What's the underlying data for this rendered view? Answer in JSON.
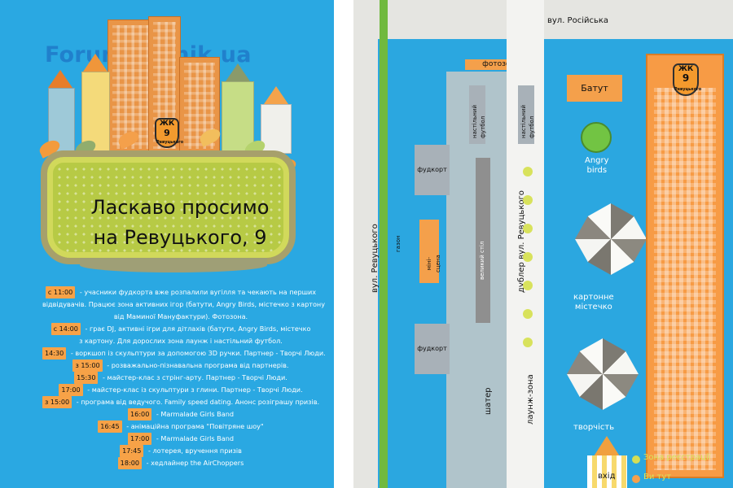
{
  "watermark": "Forum.Domik.ua",
  "left": {
    "badge": {
      "line1": "ЖК",
      "line2": "9",
      "line3": "Ревуцького"
    },
    "welcome": {
      "line1": "Ласкаво просимо",
      "line2": "на Ревуцького, 9"
    },
    "schedule": [
      {
        "time": "с 11:00",
        "text": " - учасники фудкорта вже розпалили вугілля та чекають на перших"
      },
      {
        "time": "",
        "text": "відвідувачів. Працює зона активних ігор (батути, Angry Birds, містечко з картону"
      },
      {
        "time": "",
        "text": "від Маминої Мануфактури). Фотозона."
      },
      {
        "time": "с 14:00",
        "text": " - грає DJ, активні ігри для дітлахів (батути, Angry Birds, містечко"
      },
      {
        "time": "",
        "text": "з картону. Для дорослих зона лаунж і настільний футбол."
      },
      {
        "time": "14:30",
        "text": " - воркшоп із скульптури за допомогою 3D ручки. Партнер - Творчі Люди."
      },
      {
        "time": "з 15:00",
        "text": " - розважально-пізнавальна програма від партнерів."
      },
      {
        "time": "15:30",
        "text": " - майстер-клас з стрінг-арту. Партнер - Творчі Люди."
      },
      {
        "time": "17:00",
        "text": " - майстер-клас із скульптури з глини. Партнер - Творчі Люди."
      },
      {
        "time": "з 15:00",
        "text": " - програма від ведучого. Family speed dating. Анонс розіграшу призів."
      },
      {
        "time": "16:00",
        "text": " - Marmalade Girls Band"
      },
      {
        "time": "16:45",
        "text": " - анімаційна програма \"Повітряне шоу\""
      },
      {
        "time": "17:00",
        "text": " - Marmalade Girls Band"
      },
      {
        "time": "17:45",
        "text": " - лотерея, вручення призів"
      },
      {
        "time": "18:00",
        "text": " - хедлайнер the AirChoppers"
      }
    ]
  },
  "map": {
    "street_top": "вул. Російська",
    "street_left": "вул. Ревуцького",
    "lawn": "газон",
    "photozone": "фотозона",
    "table_football_left": "настільний\nфутбол",
    "table_football_right": "настільний\nфутбол",
    "food_court_top": "фудкорт",
    "food_court_bottom": "фудкорт",
    "mini_stage": "міні-сцена",
    "big_table": "великий стіл",
    "service_road": "дублер вул. Ревуцького",
    "lounge": "лаунж-зона",
    "tent_label": "шатер",
    "trampoline": "Батут",
    "angry_birds": "Angry\nbirds",
    "cardboard_town": "картонне\nмістечко",
    "creativity": "творчість",
    "entrance": "вхід",
    "registration": "Зона реєстрації",
    "you_are_here": "Ви тут",
    "badge": {
      "line1": "ЖК",
      "line2": "9",
      "line3": "Ревуцького"
    }
  },
  "colors": {
    "background": "#2aa8e2",
    "orange": "#f4a04b",
    "lime": "#b7ca45",
    "road": "#e5e5e1"
  }
}
